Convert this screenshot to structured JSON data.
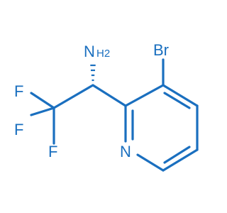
{
  "molecule": {
    "color": "#1a6fbf",
    "atoms": {
      "nh2": {
        "symbol": "N",
        "subscript": "H2"
      },
      "br": {
        "symbol": "Br"
      },
      "f_top": {
        "symbol": "F"
      },
      "f_mid": {
        "symbol": "F"
      },
      "f_bottom": {
        "symbol": "F"
      },
      "n_ring": {
        "symbol": "N"
      }
    },
    "stereo": {
      "c_alpha_to_n": "hashed-wedge"
    }
  }
}
